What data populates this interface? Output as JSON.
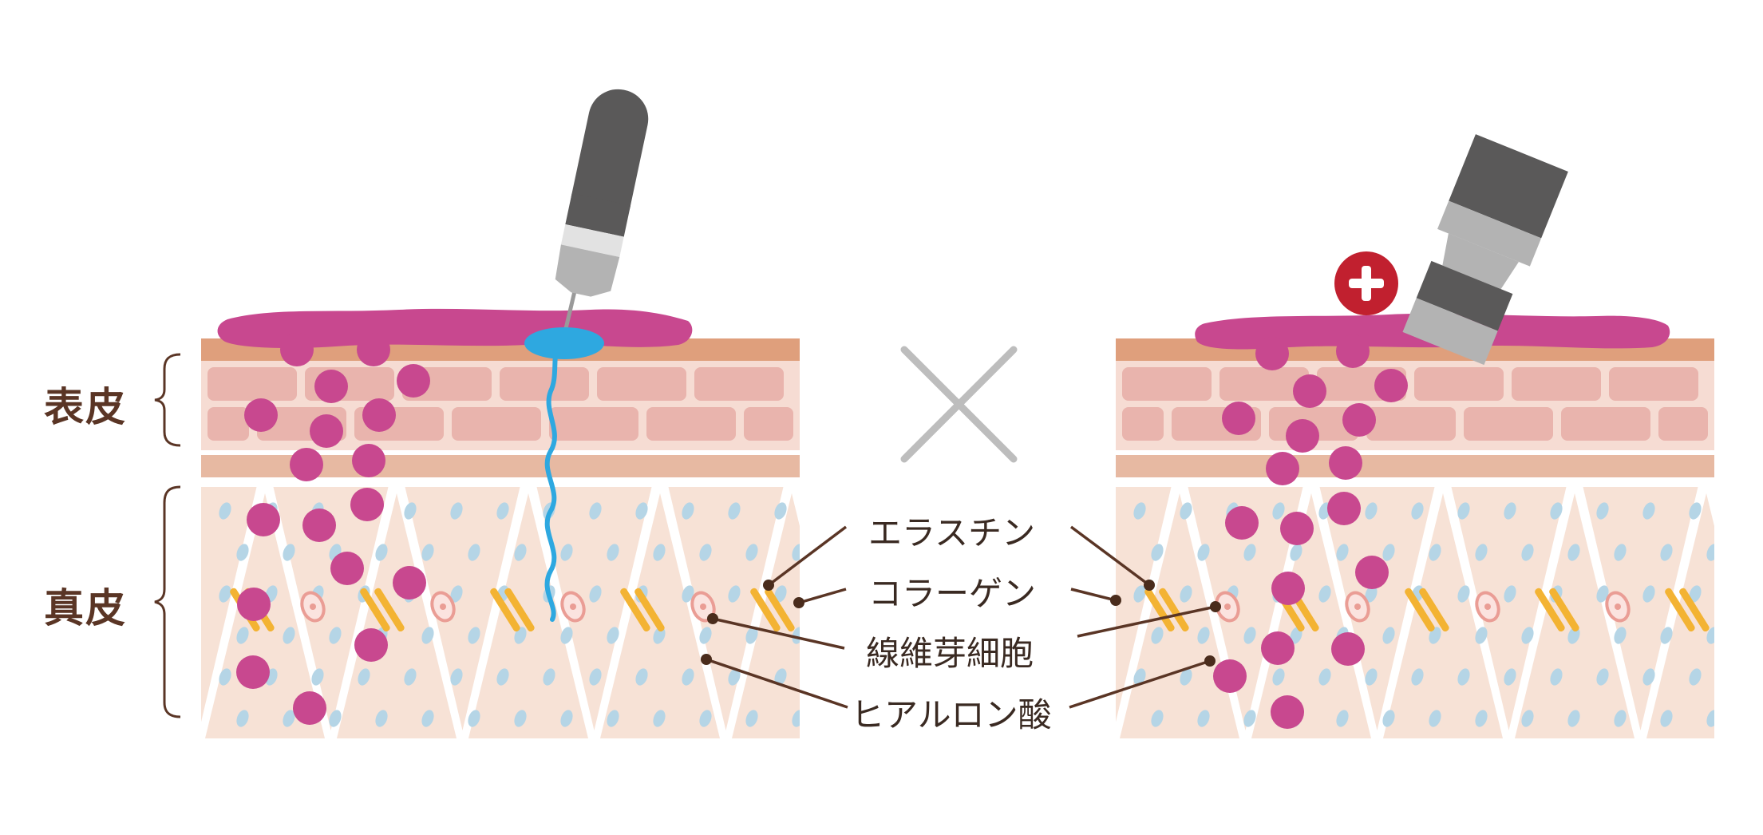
{
  "labels": {
    "epidermis": "表皮",
    "dermis": "真皮"
  },
  "callouts": {
    "elastin": "エラスチン",
    "collagen": "コラーゲン",
    "fibroblast": "線維芽細胞",
    "hyaluronic_acid": "ヒアルロン酸"
  },
  "colors": {
    "skin_surface": "#df9f7c",
    "epidermis_bg": "#f6dcd3",
    "epidermis_cell": "#e9b4ad",
    "basal_layer": "#e7b9a2",
    "dermis_bg": "#f7e2d6",
    "water_drop": "#b5d5e6",
    "collagen": "#f3b333",
    "fibroblast": "#ea9d95",
    "serum": "#c8488f",
    "needle_tip": "#2ea8e0",
    "device_dark": "#5a5959",
    "device_light": "#b3b3b3",
    "plus_badge": "#c1202f",
    "cross_mark": "#bdbdbd",
    "leader_line": "#5a3525"
  },
  "icons": {
    "left_device": "microneedle-pen-icon",
    "right_device": "ultrasound-device-icon",
    "comparison": "cross-mark-icon",
    "badge": "plus-badge-icon"
  }
}
